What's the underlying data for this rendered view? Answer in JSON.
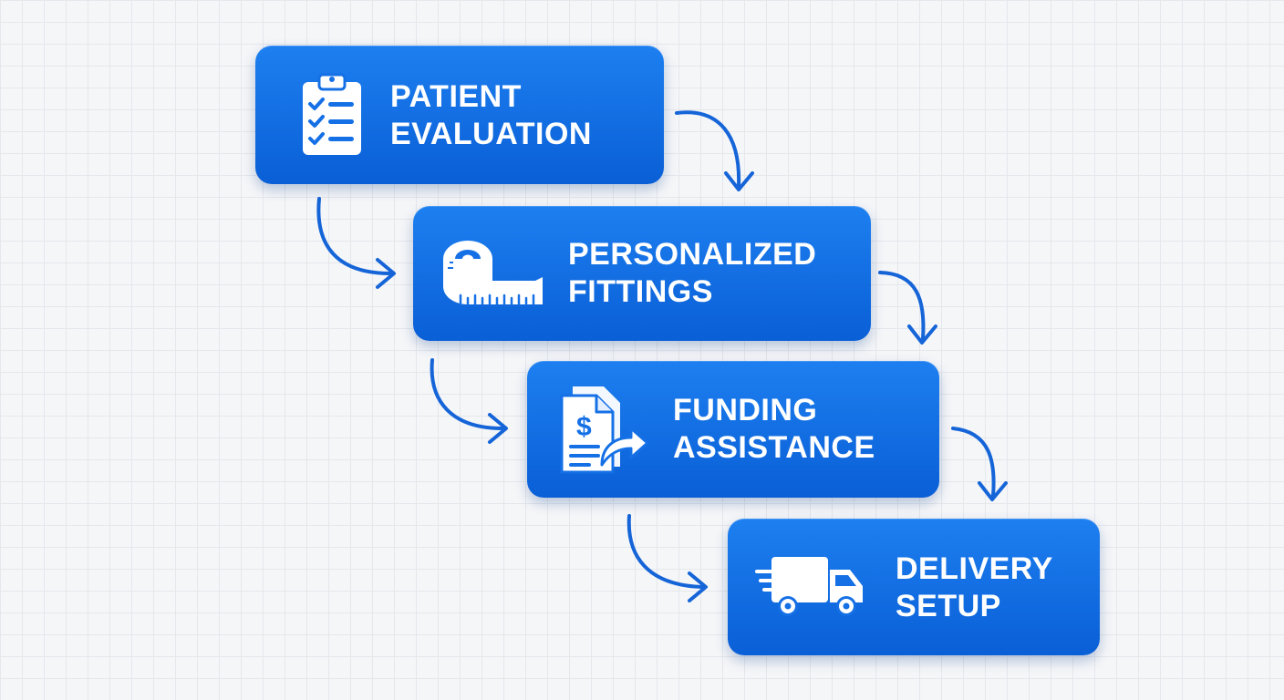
{
  "steps": [
    {
      "id": "patient-evaluation",
      "icon": "clipboard-checklist-icon",
      "line1": "PATIENT",
      "line2": "EVALUATION"
    },
    {
      "id": "personalized-fittings",
      "icon": "measuring-tape-icon",
      "line1": "PERSONALIZED",
      "line2": "FITTINGS"
    },
    {
      "id": "funding-assistance",
      "icon": "dollar-document-arrow-icon",
      "line1": "FUNDING",
      "line2": "ASSISTANCE"
    },
    {
      "id": "delivery-setup",
      "icon": "delivery-truck-icon",
      "line1": "DELIVERY",
      "line2": "SETUP"
    }
  ],
  "colors": {
    "background": "#f5f6f8",
    "grid": "#e4e7ec",
    "box_top": "#1d7ff0",
    "box_bottom": "#0a5fd6",
    "arrow": "#1565d8",
    "text": "#ffffff"
  }
}
